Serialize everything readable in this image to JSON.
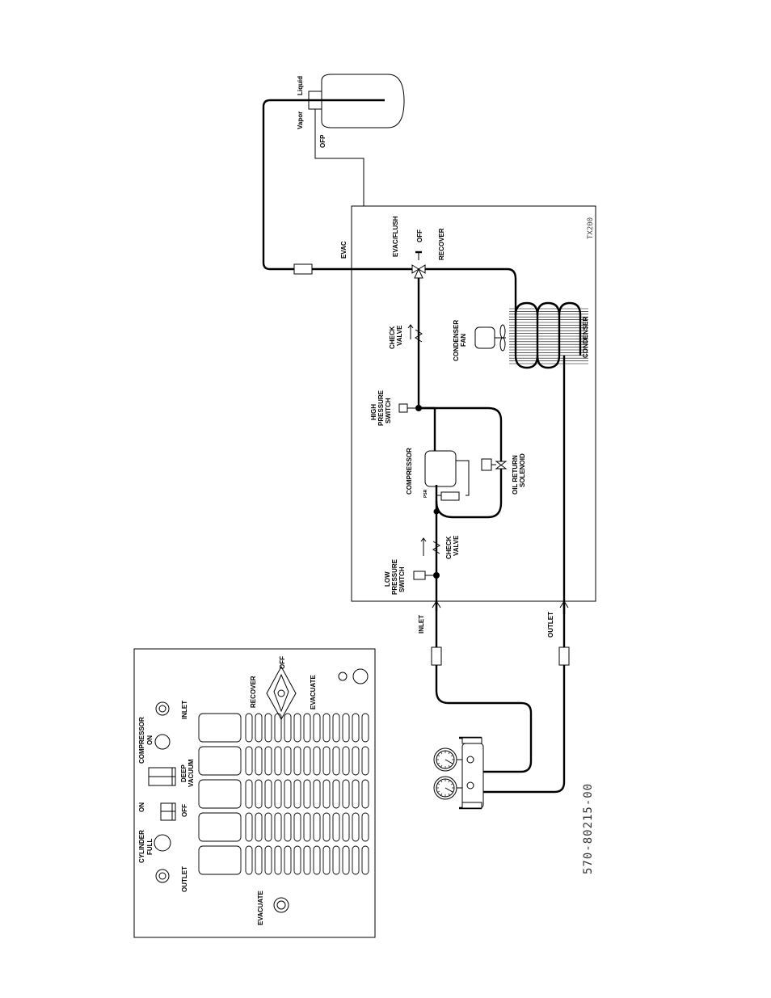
{
  "tank": {
    "liquid": "Liquid",
    "vapor": "Vapor",
    "ofp": "OFP"
  },
  "unit": {
    "model": "TX200",
    "evac": "EVAC",
    "valve": {
      "evac_flush": "EVAC/FLUSH",
      "off": "OFF",
      "recover": "RECOVER"
    },
    "check_valve_top": [
      "CHECK",
      "VALVE"
    ],
    "condenser_fan": [
      "CONDENSER",
      "FAN"
    ],
    "condenser": "CONDENSER",
    "high_pressure_switch": [
      "HIGH",
      "PRESSURE",
      "SWITCH"
    ],
    "compressor": "COMPRESSOR",
    "oil_return_solenoid": [
      "OIL RETURN",
      "SOLENOID"
    ],
    "psr": "PSR",
    "check_valve_bottom": [
      "CHECK",
      "VALVE"
    ],
    "low_pressure_switch": [
      "LOW",
      "PRESSURE",
      "SWITCH"
    ],
    "inlet": "INLET",
    "outlet": "OUTLET"
  },
  "panel": {
    "evacuate": "EVACUATE",
    "outlet": "OUTLET",
    "cylinder_full": [
      "CYLINDER",
      "FULL"
    ],
    "on": "ON",
    "off": "OFF",
    "compressor_on": [
      "COMPRESSOR",
      "ON"
    ],
    "deep_vacuum": [
      "DEEP",
      "VACUUM"
    ],
    "inlet": "INLET",
    "recover": "RECOVER",
    "evacuate_knob": "EVACUATE",
    "knob_off": "OFF"
  },
  "part_number": "570-80215-00"
}
